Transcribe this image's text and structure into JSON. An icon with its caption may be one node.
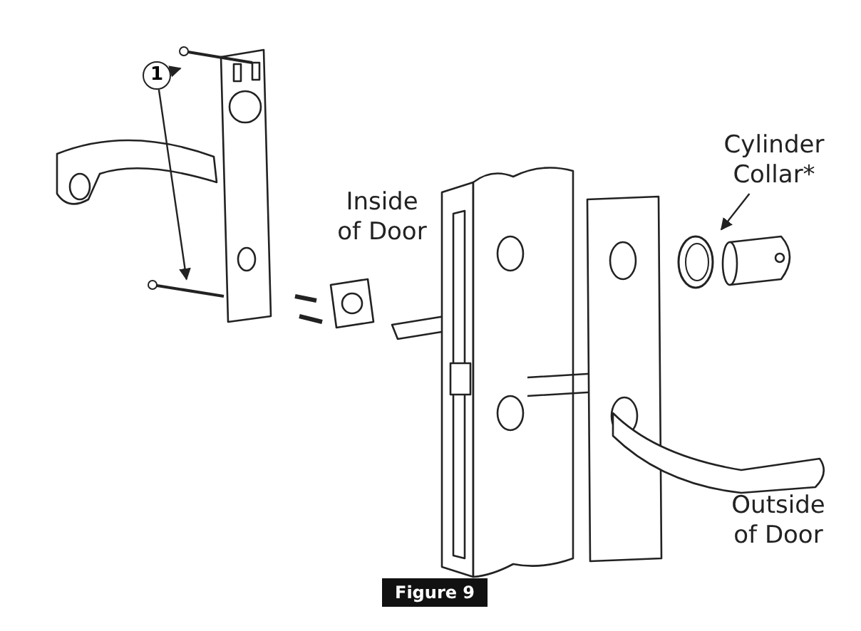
{
  "diagram": {
    "caption": "Figure 9",
    "nodes": [
      {
        "text": [
          "1"
        ]
      },
      {
        "text": [],
        "shape": "picture"
      },
      {
        "text": [],
        "shape": "picture"
      },
      {
        "text": [
          "Cylinder Collar*"
        ]
      },
      {
        "text": [],
        "shape": "picture"
      }
    ],
    "edges": [
      {
        "from": 0,
        "to": 1,
        "arrow": "to"
      },
      {
        "from": 0,
        "to": 2,
        "arrow": "to"
      },
      {
        "from": 3,
        "to": 4,
        "arrow": "to"
      }
    ],
    "labels": [
      "Inside of Door",
      "Outside of Door"
    ]
  }
}
